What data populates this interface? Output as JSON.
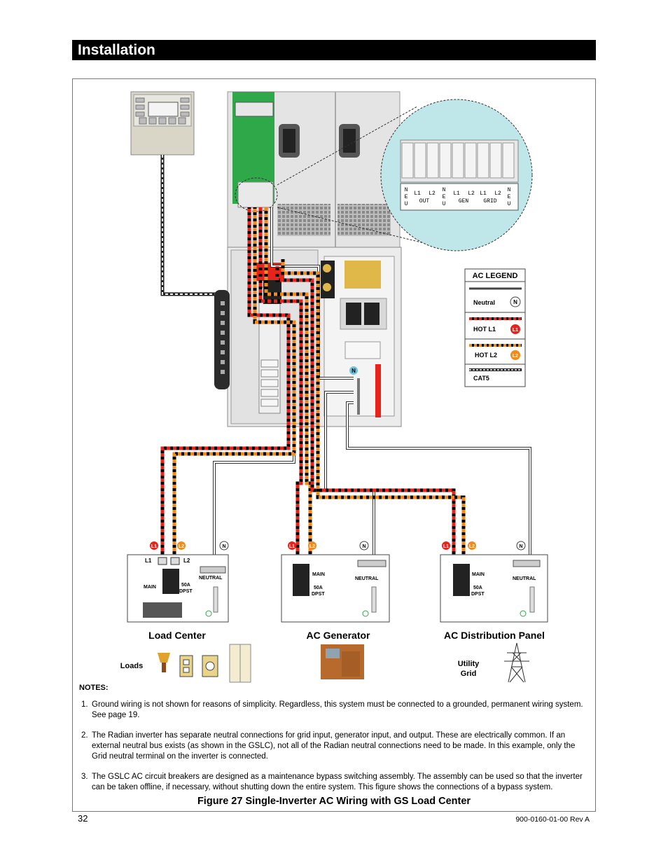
{
  "header": {
    "title": "Installation"
  },
  "diagram": {
    "terminal_block": {
      "labels": [
        "N",
        "L1",
        "L2",
        "N",
        "L1",
        "L2",
        "L1",
        "L2",
        "N"
      ],
      "sublabels_neu": [
        "E",
        "U"
      ],
      "groups": [
        "OUT",
        "GEN",
        "GRID"
      ]
    },
    "legend": {
      "title": "AC LEGEND",
      "items": [
        {
          "label": "Neutral",
          "badge": "N"
        },
        {
          "label": "HOT L1",
          "badge": "L1"
        },
        {
          "label": "HOT L2",
          "badge": "L2"
        },
        {
          "label": "CAT5",
          "badge": ""
        }
      ]
    },
    "panels": [
      {
        "title": "Load Center",
        "badges": [
          "L1",
          "L2",
          "N"
        ],
        "terminals": [
          "L1",
          "L2"
        ],
        "main_label": "MAIN",
        "rating": "50A",
        "rating2": "DPST",
        "neutral_label": "NEUTRAL"
      },
      {
        "title": "AC Generator",
        "badges": [
          "L1",
          "L2",
          "N"
        ],
        "main_label": "MAIN",
        "rating": "50A",
        "rating2": "DPST",
        "neutral_label": "NEUTRAL"
      },
      {
        "title": "AC Distribution Panel",
        "badges": [
          "L1",
          "L2",
          "N"
        ],
        "main_label": "MAIN",
        "rating": "50A",
        "rating2": "DPST",
        "neutral_label": "NEUTRAL"
      }
    ],
    "loads_label": "Loads",
    "utility_label_1": "Utility",
    "utility_label_2": "Grid",
    "bus_badge": "N",
    "colors": {
      "l1": "#e8231b",
      "l2": "#f08a1d",
      "neutral": "#ffffff",
      "panel_green": "#2fa84a",
      "cyan": "#bfe7ea"
    }
  },
  "notes": {
    "title": "NOTES:",
    "items": [
      {
        "num": "1.",
        "text": "Ground wiring is not shown for reasons of simplicity.  Regardless, this system must be connected to a grounded, permanent wiring system.  See page 19."
      },
      {
        "num": "2.",
        "text": "The Radian inverter has separate neutral connections for grid input, generator input, and output.  These are electrically common.  If an external neutral bus exists (as shown in the GSLC), not all of the Radian neutral connections need to be made.  In this example, only the Grid neutral terminal on the inverter is connected."
      },
      {
        "num": "3.",
        "text": "The GSLC AC circuit breakers are designed as a maintenance bypass switching assembly.  The assembly can be used so that the inverter can be taken offline, if necessary, without shutting down the entire system.  This figure shows the connections of a bypass system."
      }
    ]
  },
  "caption": "Figure 27   Single-Inverter AC Wiring with GS Load Center",
  "footer": {
    "page": "32",
    "doc": "900-0160-01-00 Rev A"
  }
}
